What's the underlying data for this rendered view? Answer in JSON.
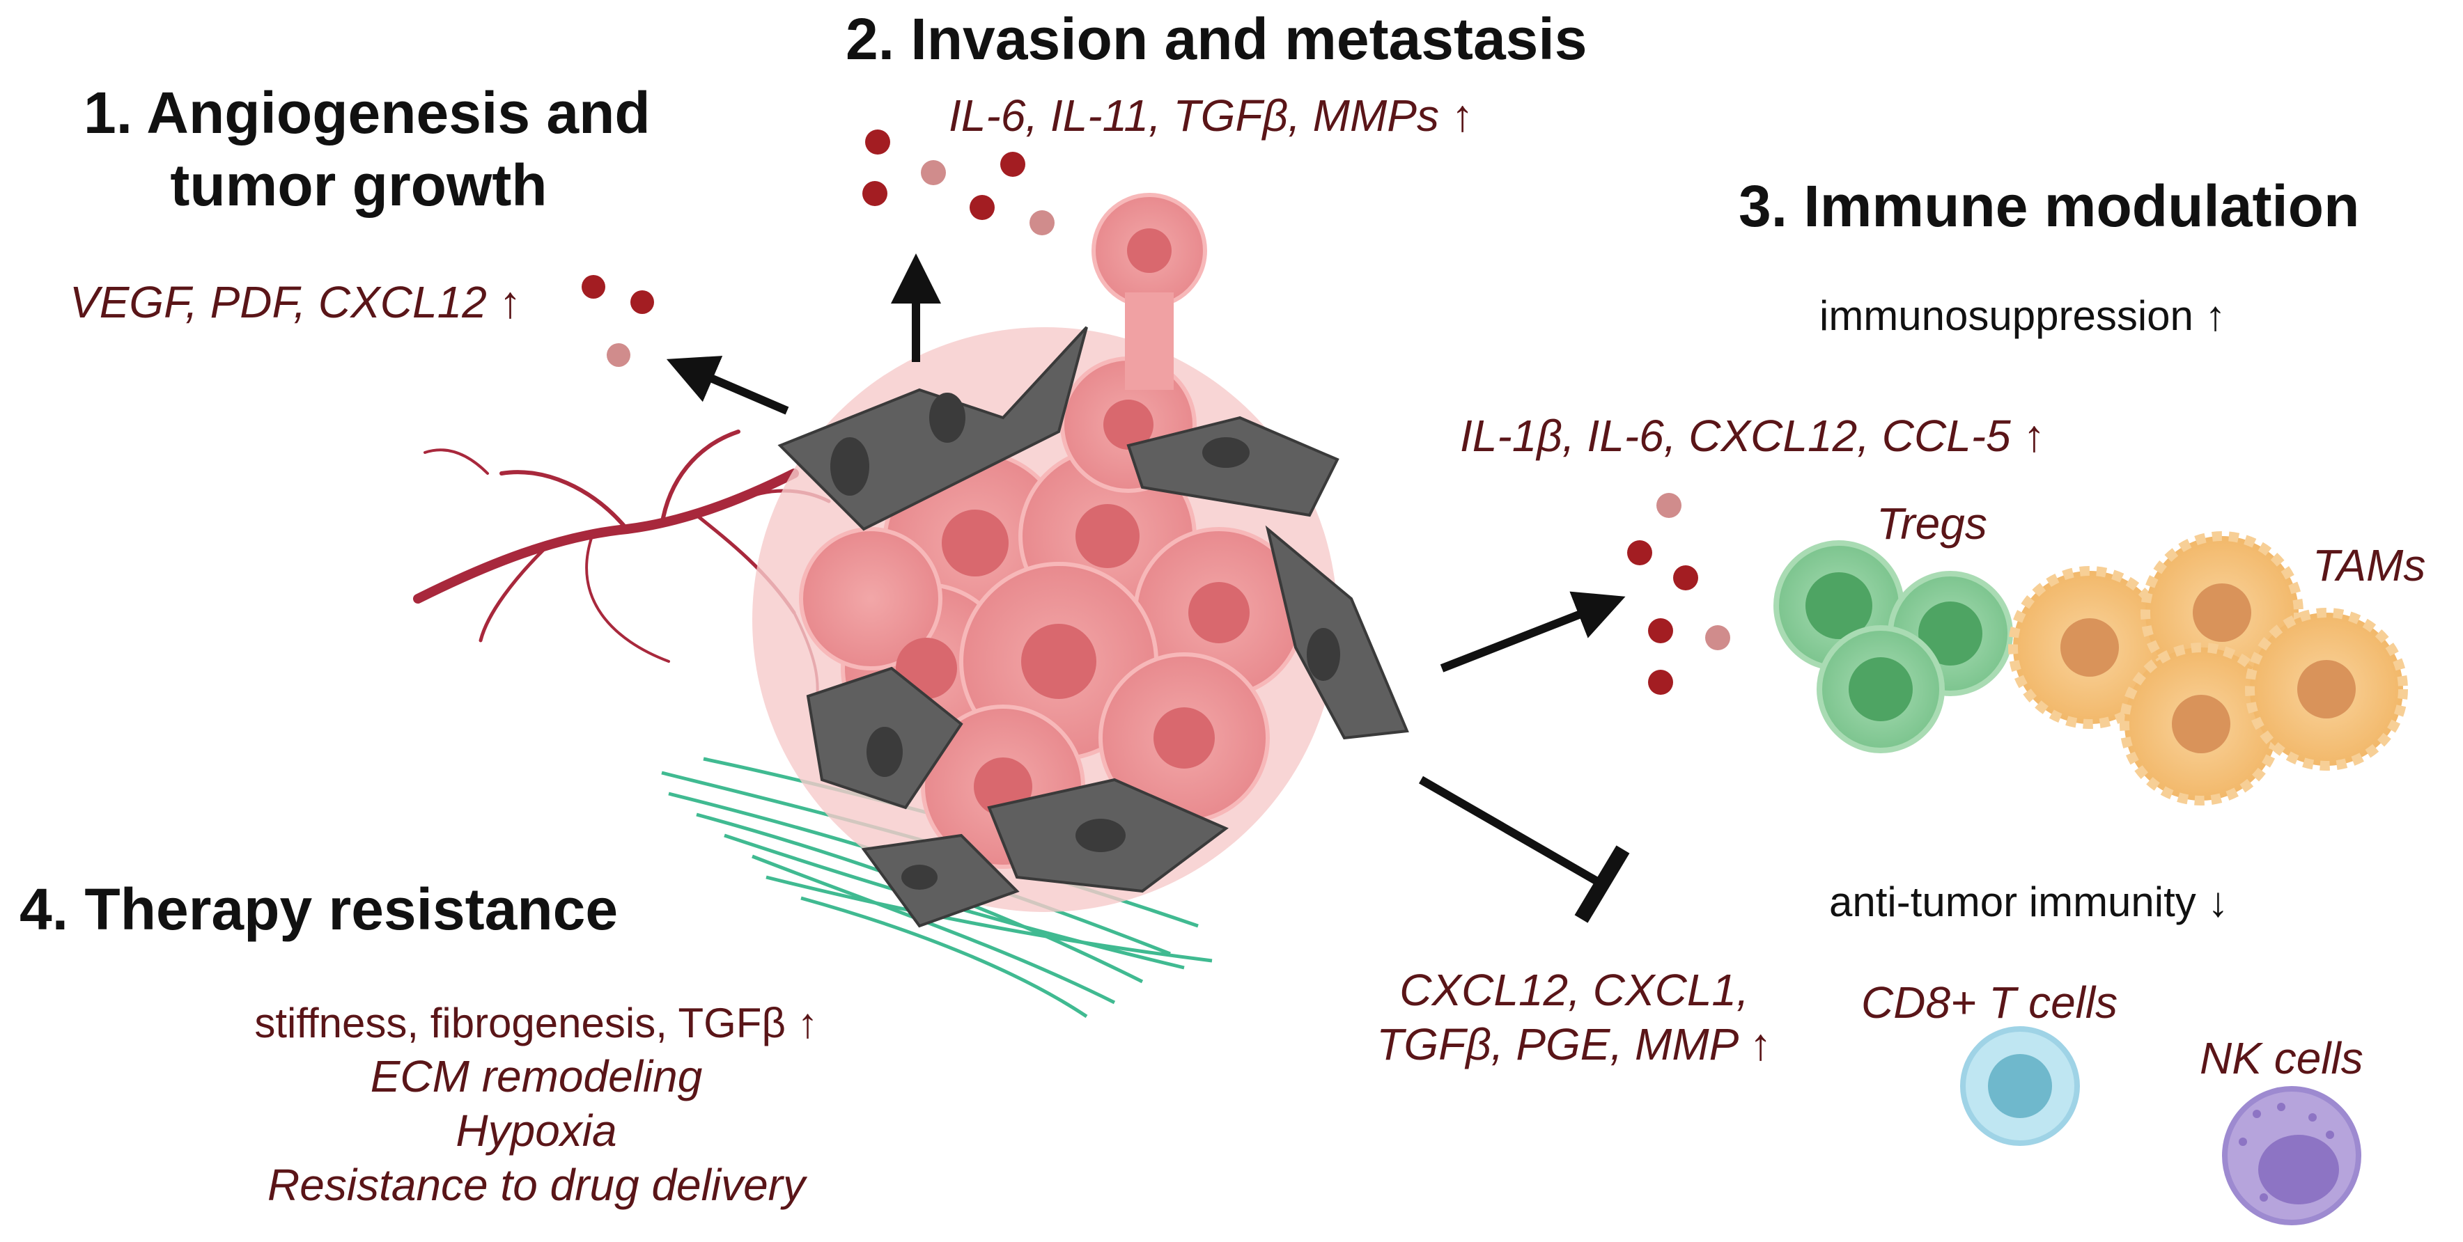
{
  "sections": {
    "angiogenesis": {
      "title_line1": "1. Angiogenesis and",
      "title_line2": "tumor growth",
      "factors": "VEGF, PDF, CXCL12 ↑"
    },
    "invasion": {
      "title": "2. Invasion and metastasis",
      "factors": "IL-6, IL-11, TGFβ, MMPs ↑"
    },
    "immune": {
      "title": "3. Immune modulation",
      "suppression": "immunosuppression ↑",
      "factors": "IL-1β, IL-6, CXCL12, CCL-5 ↑",
      "tregs": "Tregs",
      "tams": "TAMs",
      "antitumor": "anti-tumor immunity ↓",
      "inhibit_line1": "CXCL12, CXCL1,",
      "inhibit_line2": "TGFβ, PGE, MMP ↑",
      "cd8": "CD8+ T cells",
      "nk": "NK cells"
    },
    "therapy": {
      "title": "4. Therapy resistance",
      "line1": "stiffness, fibrogenesis, TGFβ ↑",
      "line2": "ECM remodeling",
      "line3": "Hypoxia",
      "line4": "Resistance to drug delivery"
    }
  },
  "colors": {
    "tumor": "#e99598",
    "tumor_light": "#f4c4c4",
    "caf": "#5f5f5f",
    "vessel": "#a8283c",
    "cytokine": "#a31d22",
    "cytokine_light": "#d08c8c",
    "treg": "#8ccf9c",
    "tam": "#f5c27e",
    "cd8": "#bfe6f2",
    "nk": "#b6a4dc",
    "ecm": "#1fae7e"
  }
}
